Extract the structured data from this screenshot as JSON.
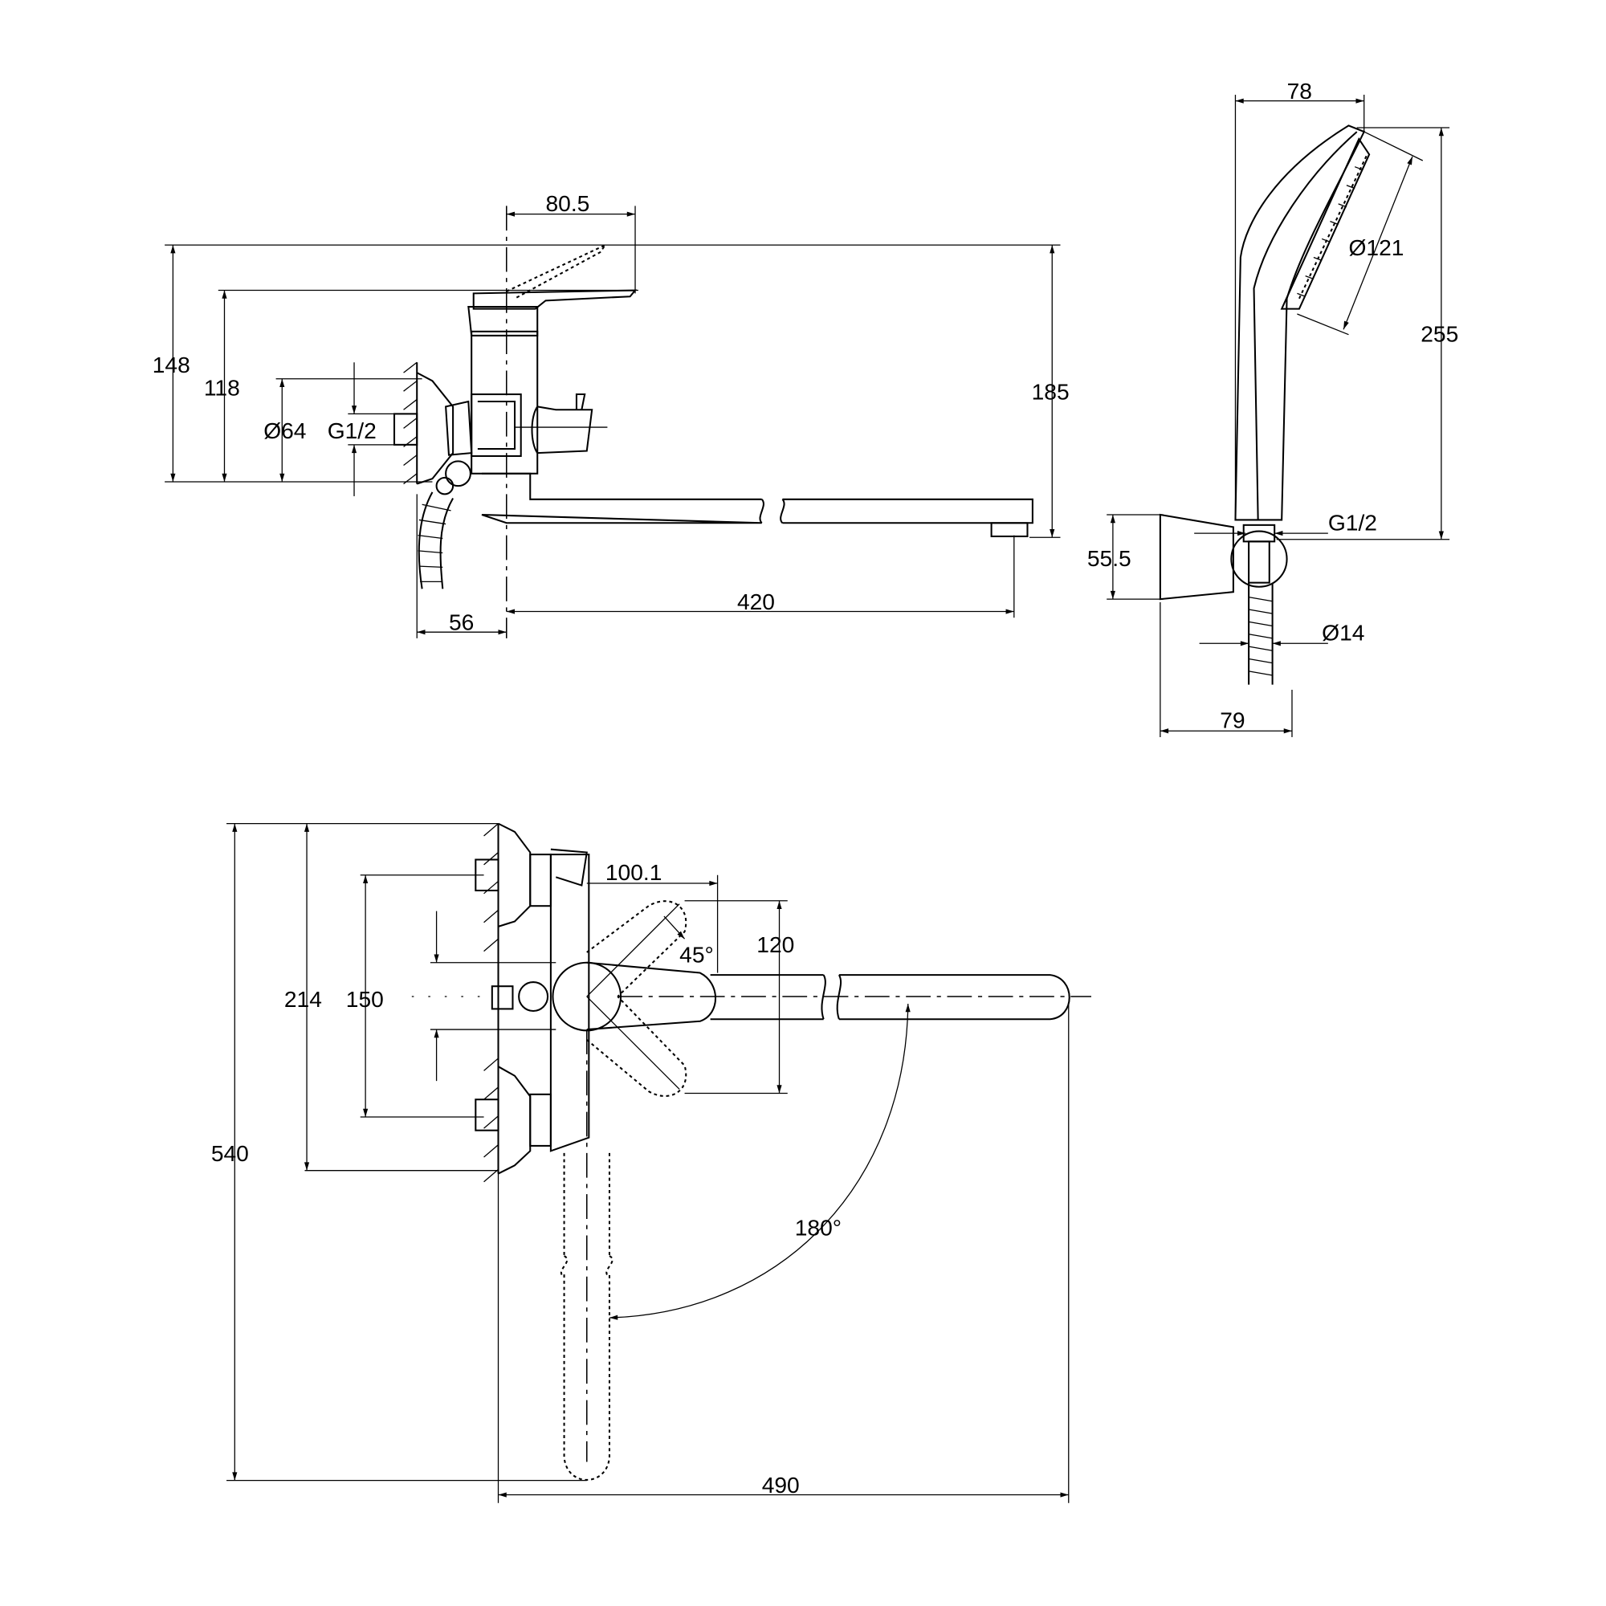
{
  "drawing": {
    "side_view": {
      "handle_travel": "80.5",
      "total_height": "148",
      "handle_height": "118",
      "escutcheon_diameter": "Ø64",
      "inlet_thread": "G1/2",
      "spout_height": "185",
      "wall_offset": "56",
      "spout_length": "420"
    },
    "hand_shower": {
      "width": "78",
      "head_diameter": "Ø121",
      "length": "255",
      "thread": "G1/2",
      "holder_height": "55.5",
      "hose_diameter": "Ø14",
      "holder_depth": "79"
    },
    "top_view": {
      "handle_reach": "100.1",
      "handle_angle": "45°",
      "handle_swing": "120",
      "escutcheon_span": "214",
      "inlet_centers": "150",
      "swing_span": "540",
      "spout_rotation": "180°",
      "overall_length": "490"
    }
  }
}
